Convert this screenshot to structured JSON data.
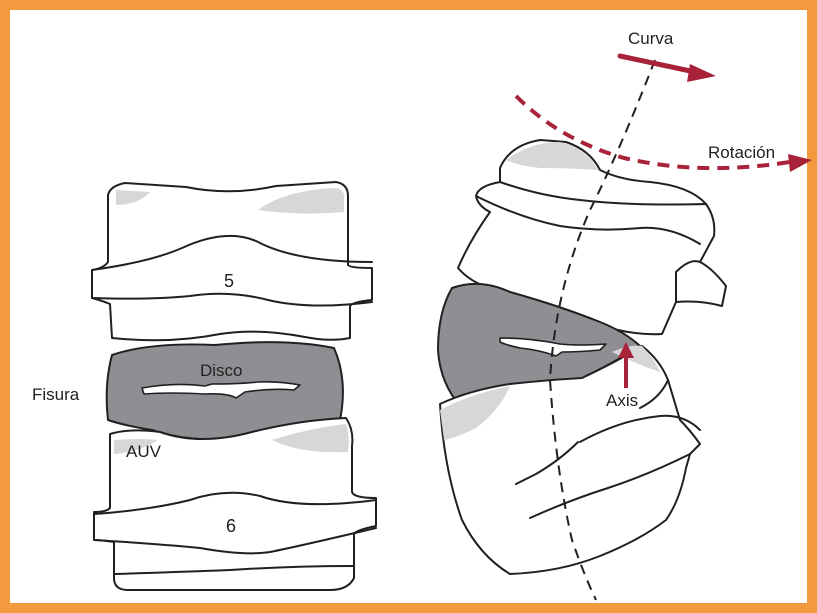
{
  "colors": {
    "frame": "#f39a3e",
    "arrow": "#a8223a",
    "disc": "#8f8f93",
    "bone_shade": "#d7d7d9",
    "outline": "#231f20"
  },
  "labels": {
    "vertebra_upper": "5",
    "vertebra_lower": "6",
    "disc": "Disco",
    "fissure": "Fisura",
    "auv": "AUV",
    "curve": "Curva",
    "rotation": "Rotación",
    "axis": "Axis"
  }
}
